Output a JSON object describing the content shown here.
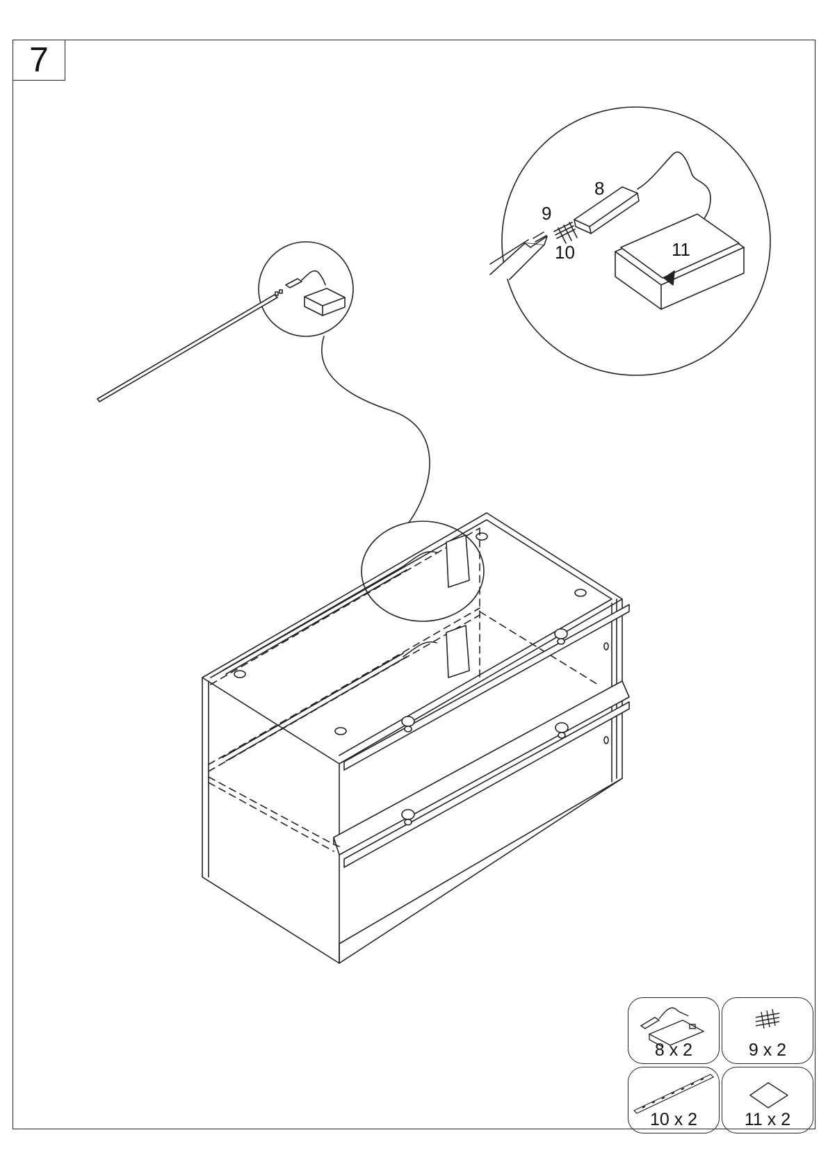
{
  "step": {
    "number": "7"
  },
  "callouts": {
    "part_8": "8",
    "part_9": "9",
    "part_10": "10",
    "part_11": "11"
  },
  "parts_list": [
    {
      "label": "8 x 2",
      "icon": "led-driver-icon"
    },
    {
      "label": "9 x 2",
      "icon": "connector-icon"
    },
    {
      "label": "10 x 2",
      "icon": "led-strip-icon"
    },
    {
      "label": "11 x 2",
      "icon": "adhesive-pad-icon"
    }
  ],
  "colors": {
    "line": "#222222",
    "background": "#ffffff"
  }
}
